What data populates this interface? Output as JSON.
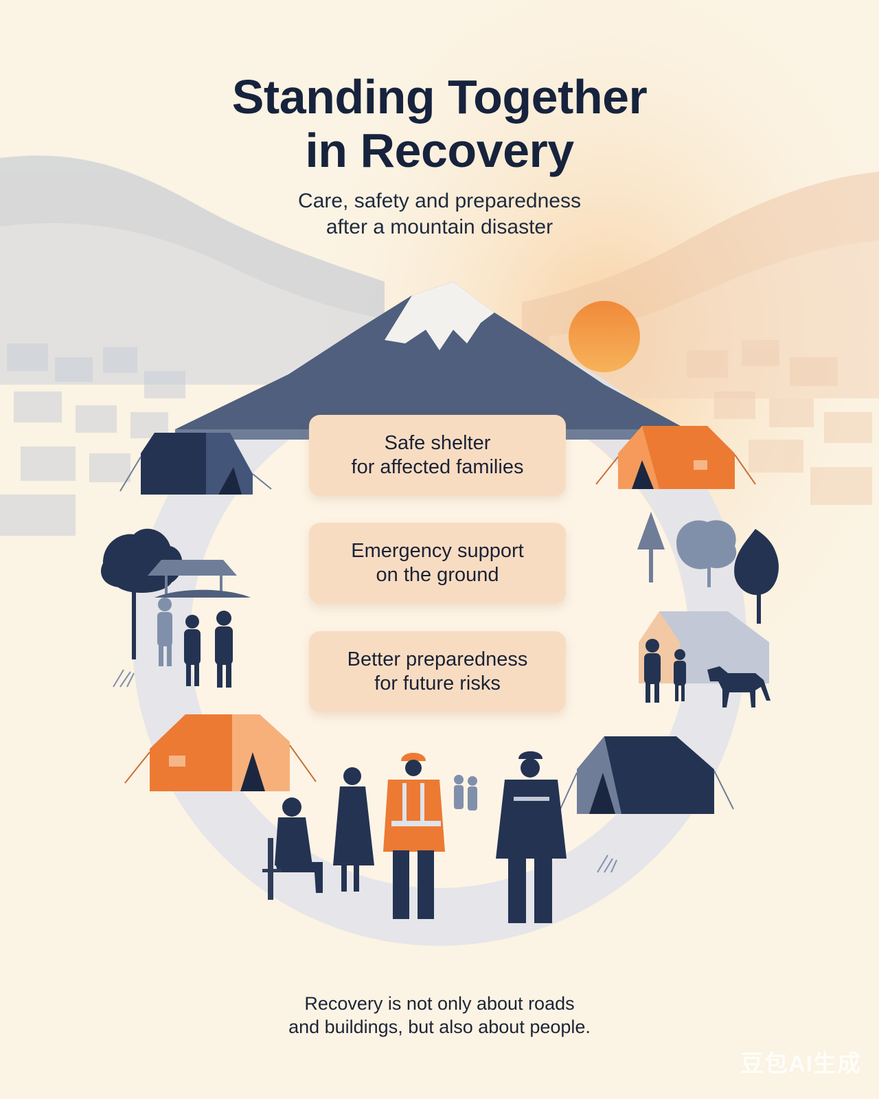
{
  "title": {
    "line1": "Standing Together",
    "line2": "in Recovery"
  },
  "subtitle": {
    "line1": "Care, safety and preparedness",
    "line2": "after a mountain disaster"
  },
  "cards": [
    {
      "line1": "Safe shelter",
      "line2": "for affected families"
    },
    {
      "line1": "Emergency support",
      "line2": "on the ground"
    },
    {
      "line1": "Better preparedness",
      "line2": "for future risks"
    }
  ],
  "caption": {
    "line1": "Recovery is not only about roads",
    "line2": "and buildings, but also about people."
  },
  "watermark": "豆包AI生成",
  "colors": {
    "background": "#fbf3e3",
    "navy": "#243352",
    "slate": "#6f7d98",
    "orange": "#ec7a33",
    "sun": "#f39a3f",
    "card": "#f8dcc2"
  },
  "icons": [
    "mountain-icon",
    "sun-icon",
    "tent-icon",
    "tree-icon",
    "person-icon",
    "horse-icon",
    "house-icon"
  ]
}
